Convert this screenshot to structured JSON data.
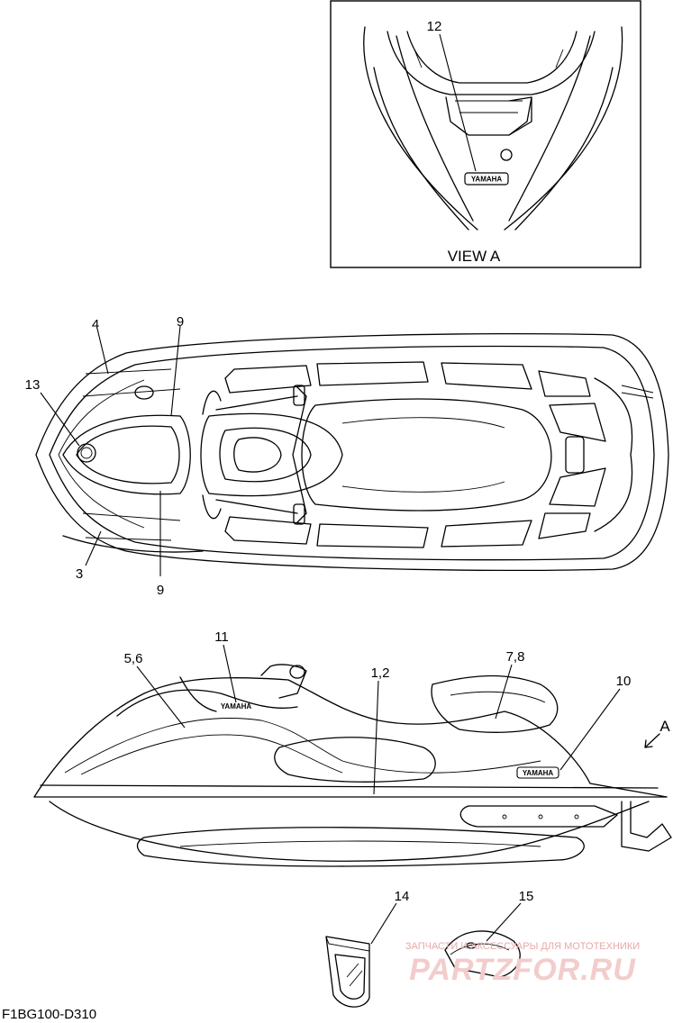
{
  "view_a": {
    "title": "VIEW A",
    "callout": "12",
    "logo_text": "YAMAHA"
  },
  "top_view": {
    "callouts": {
      "c4": "4",
      "c9_top": "9",
      "c13": "13",
      "c3": "3",
      "c9_bottom": "9"
    }
  },
  "side_view": {
    "callouts": {
      "c11": "11",
      "c56": "5,6",
      "c12": "1,2",
      "c78": "7,8",
      "c10": "10",
      "arrow_a": "A"
    },
    "logo_text_top": "YAMAHA",
    "logo_text_side": "YAMAHA"
  },
  "parts": {
    "c14": "14",
    "c15": "15"
  },
  "figure_code": "F1BG100-D310",
  "watermark": {
    "line1": "ЗАПЧАСТИ И АКСЕССУАРЫ ДЛЯ МОТОТЕХНИКИ",
    "line2": "PARTZFOR.RU"
  }
}
